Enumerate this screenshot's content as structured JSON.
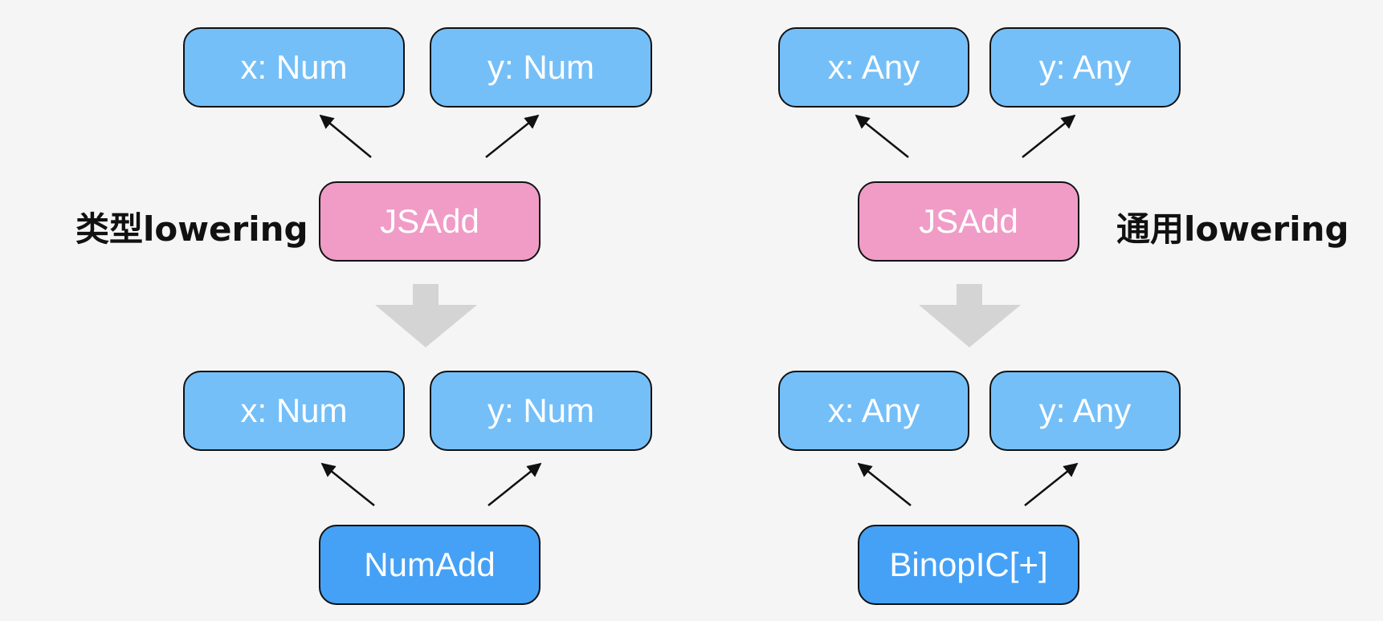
{
  "left": {
    "label": "类型lowering",
    "before": {
      "op": "JSAdd",
      "x": "x: Num",
      "y": "y: Num"
    },
    "after": {
      "op": "NumAdd",
      "x": "x: Num",
      "y": "y: Num"
    }
  },
  "right": {
    "label": "通用lowering",
    "before": {
      "op": "JSAdd",
      "x": "x: Any",
      "y": "y: Any"
    },
    "after": {
      "op": "BinopIC[+]",
      "x": "x: Any",
      "y": "y: Any"
    }
  },
  "colors": {
    "input_node": "#74bff8",
    "generic_op": "#f09cc7",
    "lowered_op": "#45a1f6",
    "transform_arrow": "#d4d4d4"
  }
}
